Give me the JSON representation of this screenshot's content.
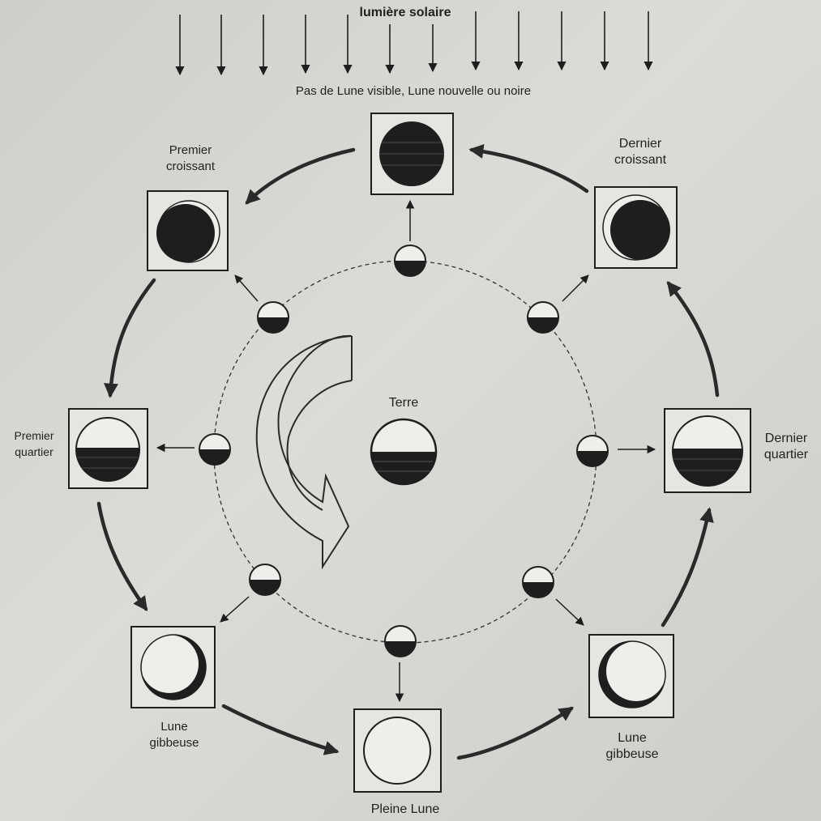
{
  "diagram": {
    "sunlight_label": "lumière solaire",
    "new_moon_label": "Pas de Lune visible, Lune nouvelle ou noire",
    "earth_label": "Terre",
    "phases": {
      "first_crescent": "Premier\ncroissant",
      "first_quarter": "Premier\nquartier",
      "gibbous_left": "Lune\ngibbeuse",
      "full_moon": "Pleine Lune",
      "gibbous_right": "Lune\ngibbeuse",
      "last_quarter": "Dernier\nquartier",
      "last_crescent": "Dernier\ncroissant"
    },
    "colors": {
      "ink": "#1e1e1e",
      "paper": "#e8e7e3",
      "background": "#d3d2ce"
    }
  }
}
